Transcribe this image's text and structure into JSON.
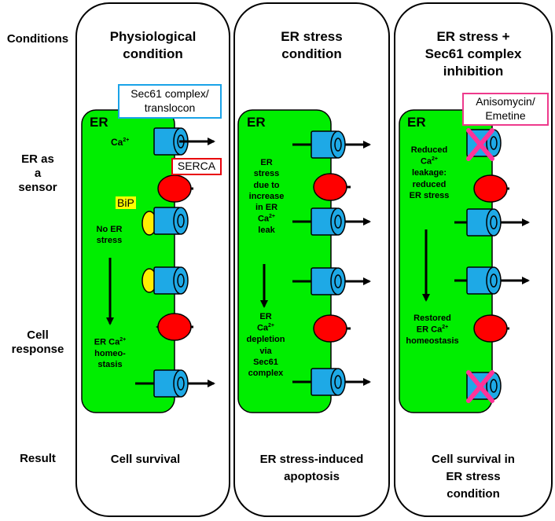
{
  "row_labels": {
    "conditions": "Conditions",
    "sensor": [
      "ER as",
      "a",
      "sensor"
    ],
    "response": [
      "Cell",
      "response"
    ],
    "result": "Result"
  },
  "columns": [
    {
      "title": [
        "Physiological",
        "condition"
      ],
      "er_label": "ER",
      "callouts": {
        "sec61": [
          "Sec61 complex/",
          "translocon"
        ],
        "serca": "SERCA",
        "bip": "BiP"
      },
      "ca_label": "Ca",
      "note_top": [
        "No ER",
        "stress"
      ],
      "note_bottom": [
        "ER Ca",
        "homeo-",
        "stasis"
      ],
      "result": [
        "Cell survival"
      ]
    },
    {
      "title": [
        "ER stress",
        "condition"
      ],
      "er_label": "ER",
      "note_top": [
        "ER",
        "stress",
        "due to",
        "increase",
        "in ER",
        "Ca",
        "leak"
      ],
      "note_bottom": [
        "ER",
        "Ca",
        "depletion",
        "via",
        "Sec61",
        "complex"
      ],
      "result": [
        "ER stress-induced",
        "apoptosis"
      ]
    },
    {
      "title": [
        "ER stress +",
        "Sec61 complex",
        "inhibition"
      ],
      "er_label": "ER",
      "callouts": {
        "inhibitor": [
          "Anisomycin/",
          "Emetine"
        ]
      },
      "note_top": [
        "Reduced",
        "Ca",
        "leakage:",
        "reduced",
        "ER stress"
      ],
      "note_bottom": [
        "Restored",
        "ER Ca",
        "homeostasis"
      ],
      "result": [
        "Cell survival  in",
        "ER stress",
        "condition"
      ]
    }
  ],
  "colors": {
    "er_fill": "#00ee00",
    "sec61": "#1ea9e6",
    "serca": "#ff0000",
    "bip": "#ffee00",
    "inhibition_x": "#ff3399",
    "sec61_callout_border": "#1aa3e8",
    "serca_callout_border": "#e8000b",
    "inhibitor_callout_border": "#ee3a8c"
  },
  "icons": [
    "sec61-channel-icon",
    "serca-pump-icon",
    "bip-chaperone-icon",
    "inhibition-x-icon",
    "arrow-icon"
  ]
}
